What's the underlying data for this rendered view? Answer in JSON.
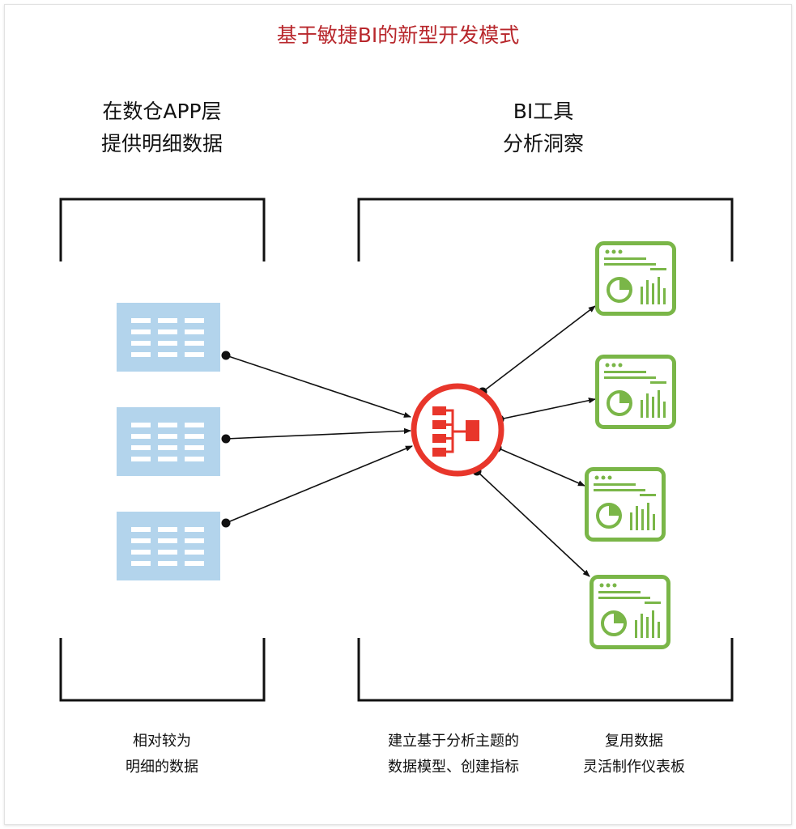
{
  "title": "基于敏捷BI的新型开发模式",
  "left_heading": {
    "line1": "在数仓APP层",
    "line2": "提供明细数据"
  },
  "right_heading": {
    "line1": "BI工具",
    "line2": "分析洞察"
  },
  "captions": {
    "left": {
      "line1": "相对较为",
      "line2": "明细的数据"
    },
    "middle": {
      "line1": "建立基于分析主题的",
      "line2": "数据模型、创建指标"
    },
    "right": {
      "line1": "复用数据",
      "line2": "灵活制作仪表板"
    }
  },
  "colors": {
    "title": "#b8272c",
    "table_icon": "#b3d4ec",
    "hub": "#e8362b",
    "dashboard": "#7ab648",
    "lines": "#111111"
  },
  "icons": {
    "table": "table-icon",
    "hub": "data-model-hub-icon",
    "dashboard": "dashboard-icon"
  }
}
